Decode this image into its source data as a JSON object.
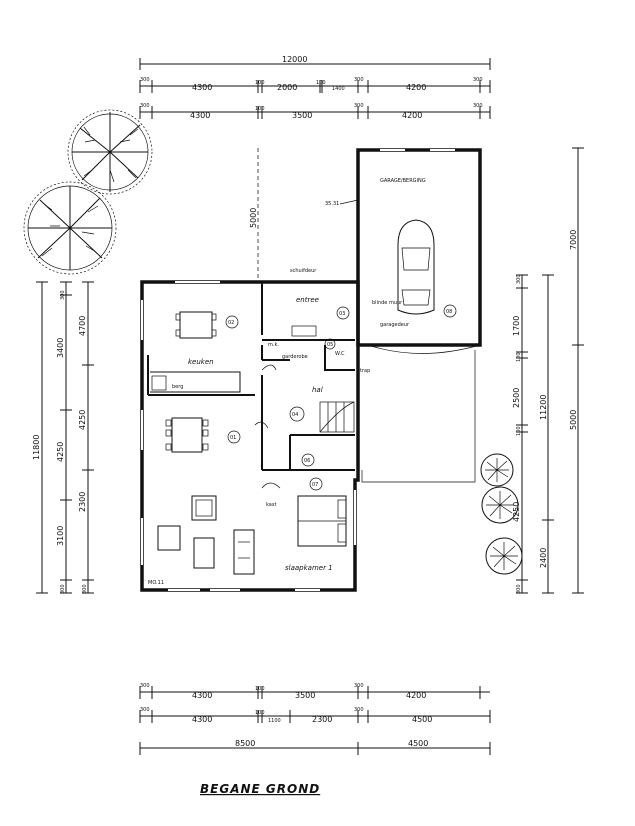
{
  "drawing": {
    "title": "BEGANE GROND",
    "rooms": {
      "keuken": "keuken",
      "entree": "entree",
      "garderobe": "garderobe",
      "hal": "hal",
      "wc": "W.C",
      "garage": "GARAGE/BERGING",
      "slaapkamer": "slaapkamer 1",
      "kast": "kast",
      "bergkast": "berg",
      "trap": "trap",
      "meterkast": "m.k.",
      "berging_nr": "06"
    },
    "room_numbers": [
      "01",
      "02",
      "03",
      "04",
      "05",
      "06",
      "07",
      "08"
    ],
    "top_dims": {
      "total": "12000",
      "row1": [
        "300",
        "4300",
        "100",
        "2000",
        "100",
        "1400",
        "300",
        "4200",
        "300"
      ],
      "row2": [
        "300",
        "4300",
        "100",
        "3500",
        "300",
        "4200",
        "300"
      ]
    },
    "bottom_dims": {
      "row1": [
        "300",
        "4300",
        "100",
        "3500",
        "300",
        "4200"
      ],
      "row2": [
        "300",
        "4300",
        "100",
        "1100",
        "2300",
        "300",
        "4500"
      ],
      "row3": [
        "8500",
        "4500"
      ]
    },
    "left_dims": {
      "total": "11800",
      "row1": [
        "300",
        "3400",
        "4250",
        "3100",
        "300"
      ],
      "row2": [
        "4700",
        "4250",
        "2300",
        "300"
      ]
    },
    "right_dims": {
      "row1": [
        "7000",
        "5000"
      ],
      "row2": [
        "300",
        "1700",
        "100",
        "2500",
        "100",
        "4250",
        "300"
      ],
      "row3": [
        "11200",
        "2400"
      ]
    },
    "garage_dim": "5000",
    "notes": [
      "35.31",
      "MO.11",
      "schuifdeur",
      "garagedeur",
      "blinde muur"
    ]
  }
}
